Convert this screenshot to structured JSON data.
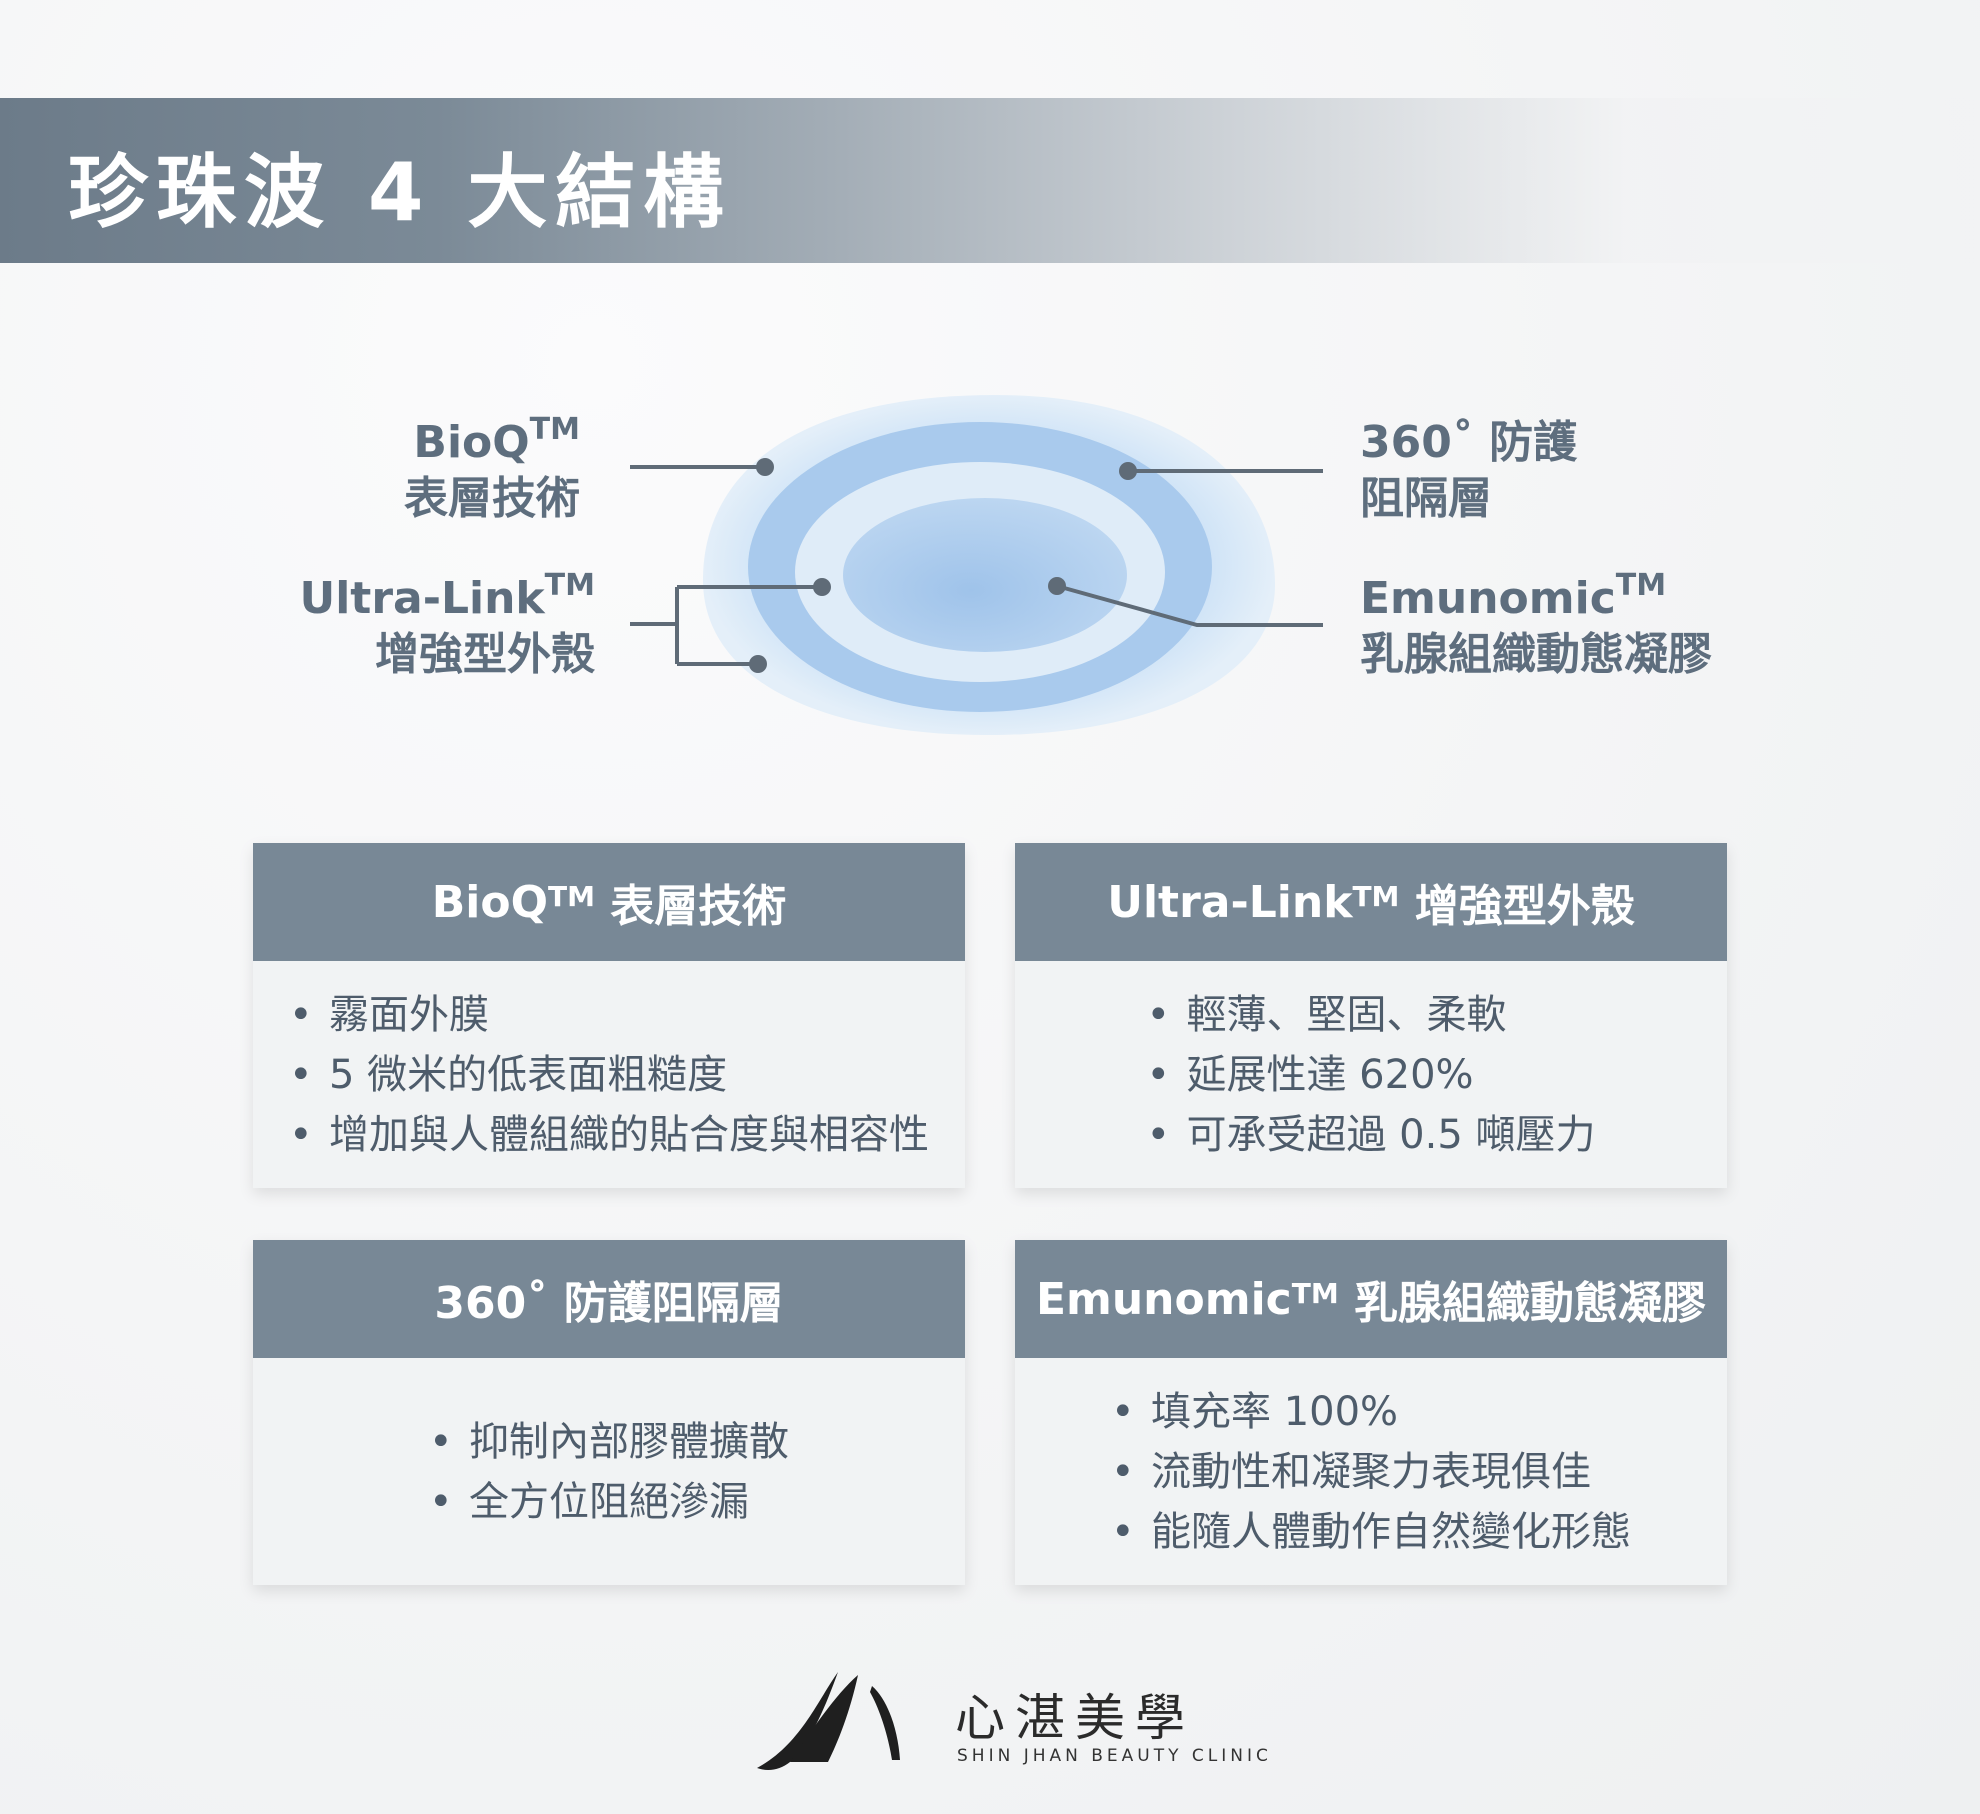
{
  "header": {
    "title": "珍珠波 4 大結構"
  },
  "diagram_labels": {
    "bioq": {
      "name": "BioQ",
      "tm": "TM",
      "desc": "表層技術"
    },
    "ultralink": {
      "name": "Ultra-Link",
      "tm": "TM",
      "desc": "增強型外殼"
    },
    "barrier": {
      "line1": "360˚ 防護",
      "line2": "阻隔層"
    },
    "emunomic": {
      "name": "Emunomic",
      "tm": "TM",
      "desc": "乳腺組織動態凝膠"
    }
  },
  "cards": {
    "bioq": {
      "title": "BioQ",
      "tm": "TM",
      "suffix": " 表層技術",
      "items": [
        "霧面外膜",
        "5 微米的低表面粗糙度",
        "增加與人體組織的貼合度與相容性"
      ]
    },
    "ultralink": {
      "title": "Ultra-Link",
      "tm": "TM",
      "suffix": " 增強型外殼",
      "items": [
        "輕薄、堅固、柔軟",
        "延展性達 620%",
        "可承受超過 0.5 噸壓力"
      ]
    },
    "barrier": {
      "title": "360˚ 防護阻隔層",
      "items": [
        "抑制內部膠體擴散",
        "全方位阻絕滲漏"
      ]
    },
    "emunomic": {
      "title": "Emunomic",
      "tm": "TM",
      "suffix": " 乳腺組織動態凝膠",
      "items": [
        "填充率 100%",
        "流動性和凝聚力表現俱佳",
        "能隨人體動作自然變化形態"
      ]
    }
  },
  "footer": {
    "brand_cn": "心湛美學",
    "brand_en": "SHIN JHAN BEAUTY CLINIC"
  },
  "colors": {
    "header": "#788896",
    "text": "#5e6e7e",
    "line": "#5f6b77"
  }
}
